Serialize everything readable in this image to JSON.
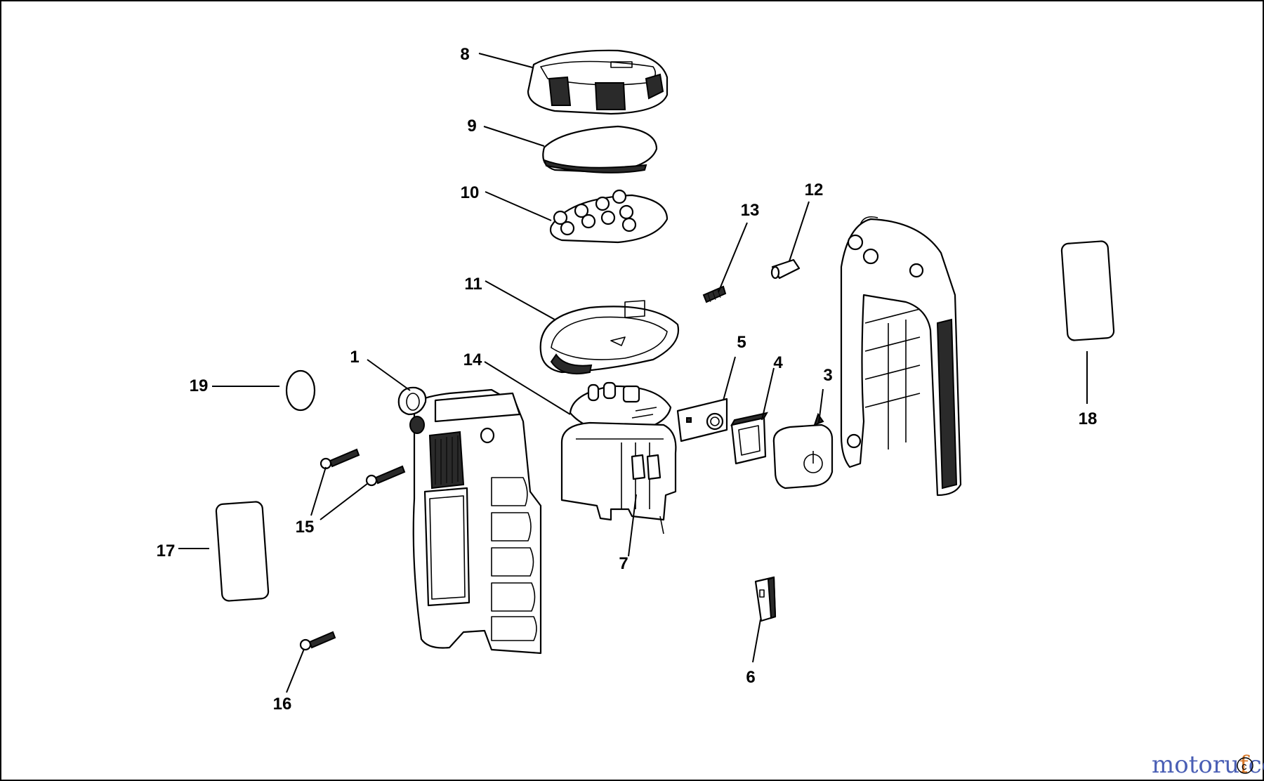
{
  "callouts": {
    "p1": "1",
    "p3": "3",
    "p4": "4",
    "p5": "5",
    "p6": "6",
    "p7": "7",
    "p8": "8",
    "p9": "9",
    "p10": "10",
    "p11": "11",
    "p12": "12",
    "p13": "13",
    "p14": "14",
    "p15": "15",
    "p16": "16",
    "p17": "17",
    "p18": "18",
    "p19": "19"
  },
  "watermark": {
    "brand_a": "motoru",
    "brand_b": "f",
    "suffix": "ce"
  },
  "colors": {
    "line": "#000000",
    "background": "#ffffff",
    "wm_blue": "#4a5fb5",
    "wm_orange": "#d97a2b"
  }
}
